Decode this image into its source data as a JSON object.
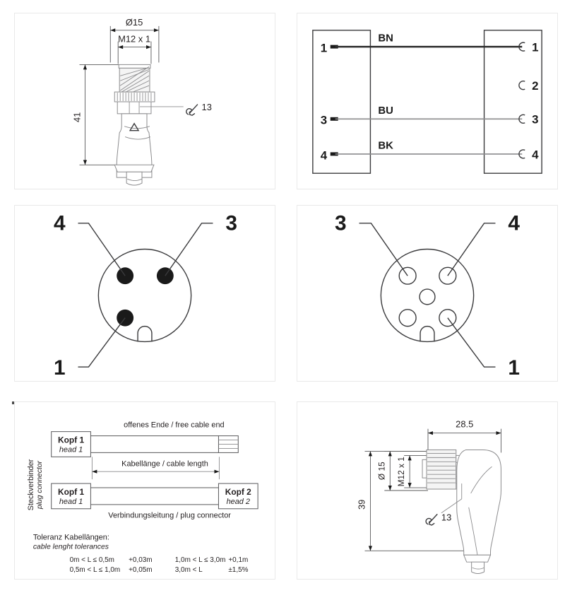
{
  "document": {
    "title": "M12 connector cordset technical drawing",
    "panel_count": 6
  },
  "panels": {
    "straight_connector": {
      "name": "straight male M12 connector side view",
      "dimensions": {
        "outer_diameter": "Ø15",
        "thread": "M12 x 1",
        "length": "41",
        "wrench_size": "13"
      },
      "marking": "△"
    },
    "wiring_diagram": {
      "name": "wiring schematic",
      "left_pins": [
        {
          "number": "1",
          "wire": "BN"
        },
        {
          "number": "3",
          "wire": "BU"
        },
        {
          "number": "4",
          "wire": "BK"
        }
      ],
      "right_pins": [
        {
          "number": "1",
          "connected": true
        },
        {
          "number": "2",
          "connected": false
        },
        {
          "number": "3",
          "connected": true
        },
        {
          "number": "4",
          "connected": true
        }
      ]
    },
    "pinout_male": {
      "name": "male connector pin face view",
      "labels": [
        {
          "number": "4",
          "position": "top-left"
        },
        {
          "number": "3",
          "position": "top-right"
        },
        {
          "number": "1",
          "position": "bottom-left"
        }
      ],
      "pin_style": "filled"
    },
    "pinout_female": {
      "name": "female connector socket face view",
      "labels": [
        {
          "number": "3",
          "position": "top-left"
        },
        {
          "number": "4",
          "position": "top-right"
        },
        {
          "number": "1",
          "position": "bottom-right"
        }
      ],
      "pin_style": "hollow",
      "socket_count": 5
    },
    "cable_length": {
      "name": "cable length definition diagram",
      "vertical_label_de": "Steckverbinder",
      "vertical_label_en": "plug connector",
      "head1_de": "Kopf 1",
      "head1_en": "head 1",
      "head2_de": "Kopf 2",
      "head2_en": "head 2",
      "free_end_label": "offenes Ende / free cable end",
      "cable_length_label": "Kabellänge / cable length",
      "connection_label": "Verbindungsleitung / plug connector",
      "tolerance_title_de": "Toleranz Kabellängen:",
      "tolerance_title_en": "cable lenght tolerances",
      "tolerances": [
        {
          "range": "0m < L ≤ 0,5m",
          "value": "+0,03m"
        },
        {
          "range": "0,5m < L ≤ 1,0m",
          "value": "+0,05m"
        },
        {
          "range": "1,0m < L ≤ 3,0m",
          "value": "+0,1m"
        },
        {
          "range": "3,0m < L",
          "value": "±1,5%"
        }
      ]
    },
    "angled_connector": {
      "name": "right-angle female M12 connector side view",
      "dimensions": {
        "width": "28.5",
        "height": "39",
        "outer_diameter": "Ø 15",
        "thread": "M12 x 1",
        "wrench_size": "13"
      }
    }
  },
  "colors": {
    "panel_border": "#e9e9e9",
    "line": "#58585a",
    "line_dark": "#1a1a1a",
    "background": "#ffffff"
  }
}
